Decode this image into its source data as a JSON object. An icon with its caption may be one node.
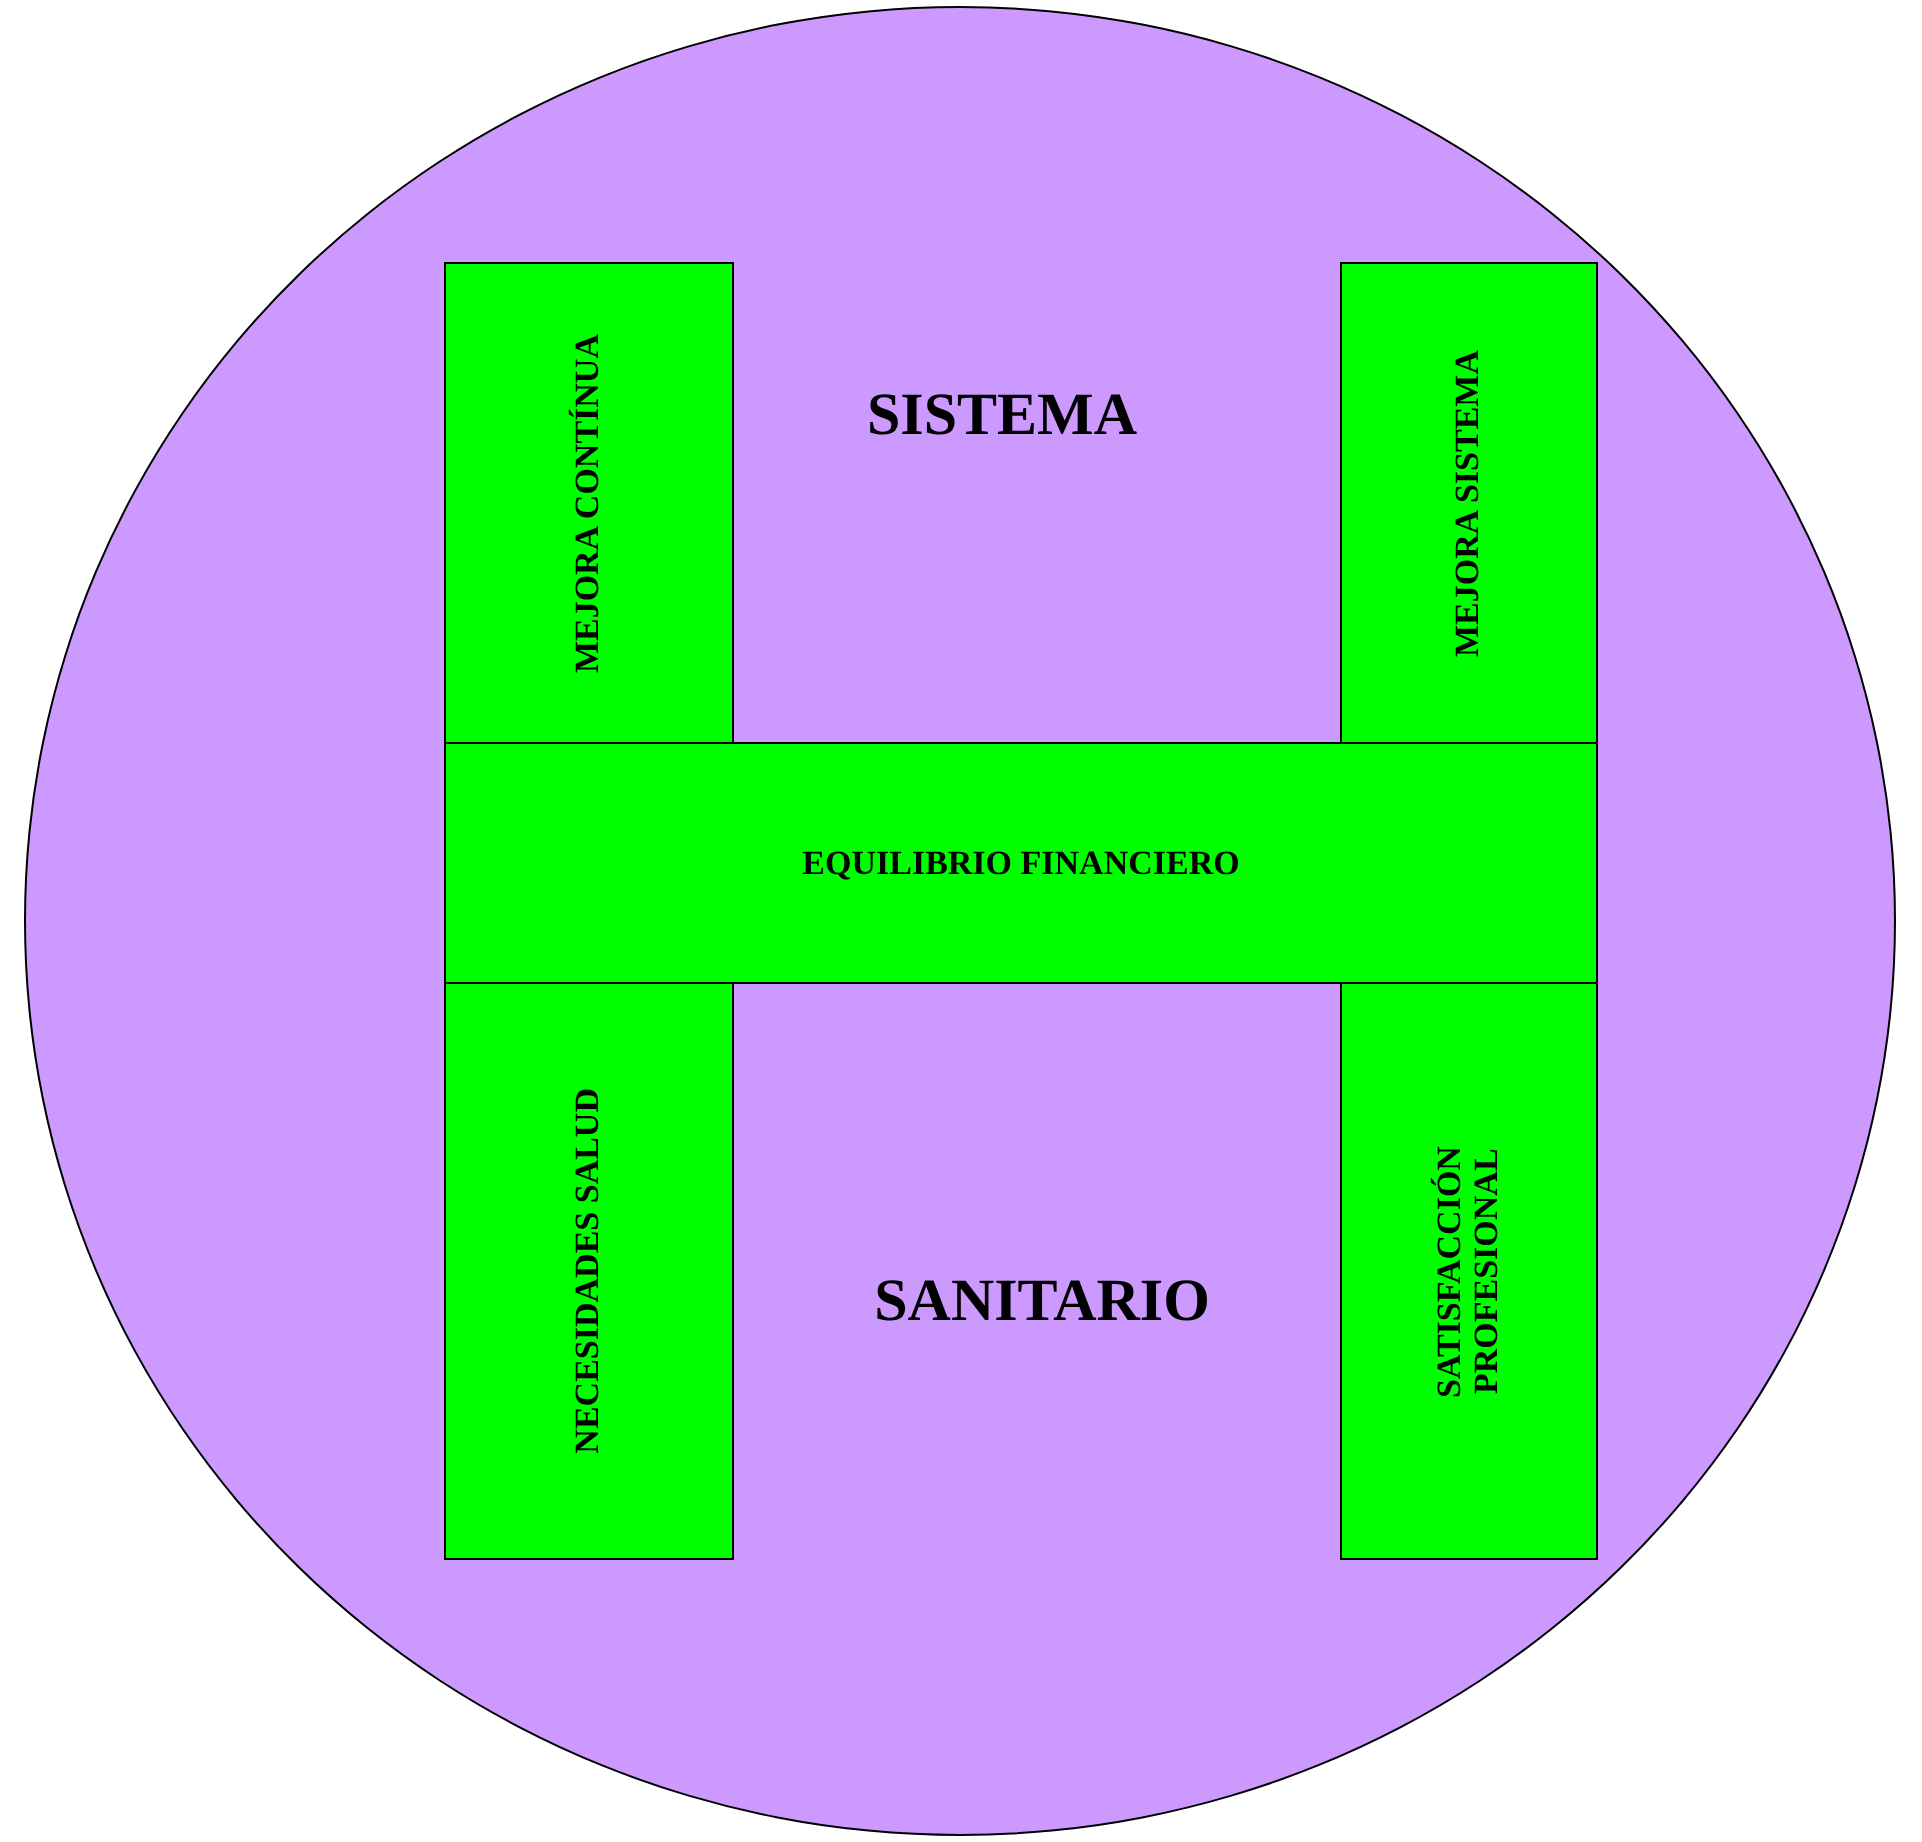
{
  "diagram": {
    "nodes": [
      {
        "text": [
          "SISTEMA",
          "SANITARIO"
        ]
      },
      {
        "text": [
          "MEJORA CONTÍNUA"
        ],
        "in": 0
      },
      {
        "text": [
          "MEJORA SISTEMA"
        ],
        "in": 0
      },
      {
        "text": [
          "EQUILIBRIO FINANCIERO"
        ],
        "in": 0
      },
      {
        "text": [
          "NECESIDADES SALUD"
        ],
        "in": 0
      },
      {
        "text": [
          "SATISFACCIÓN PROFESIONAL"
        ],
        "in": 0
      }
    ],
    "edges": []
  }
}
